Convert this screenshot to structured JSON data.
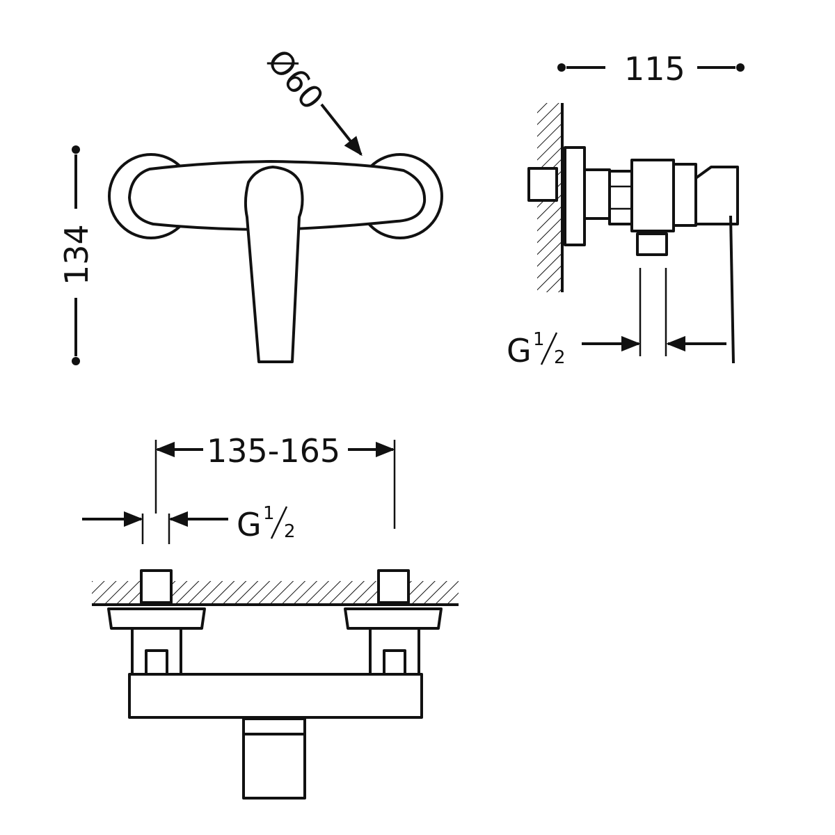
{
  "dimensions": {
    "diameter": "Ø60",
    "height": "134",
    "depth": "115",
    "centers": "135-165"
  },
  "thread": {
    "letter": "G",
    "numerator": "1",
    "denominator": "2"
  }
}
